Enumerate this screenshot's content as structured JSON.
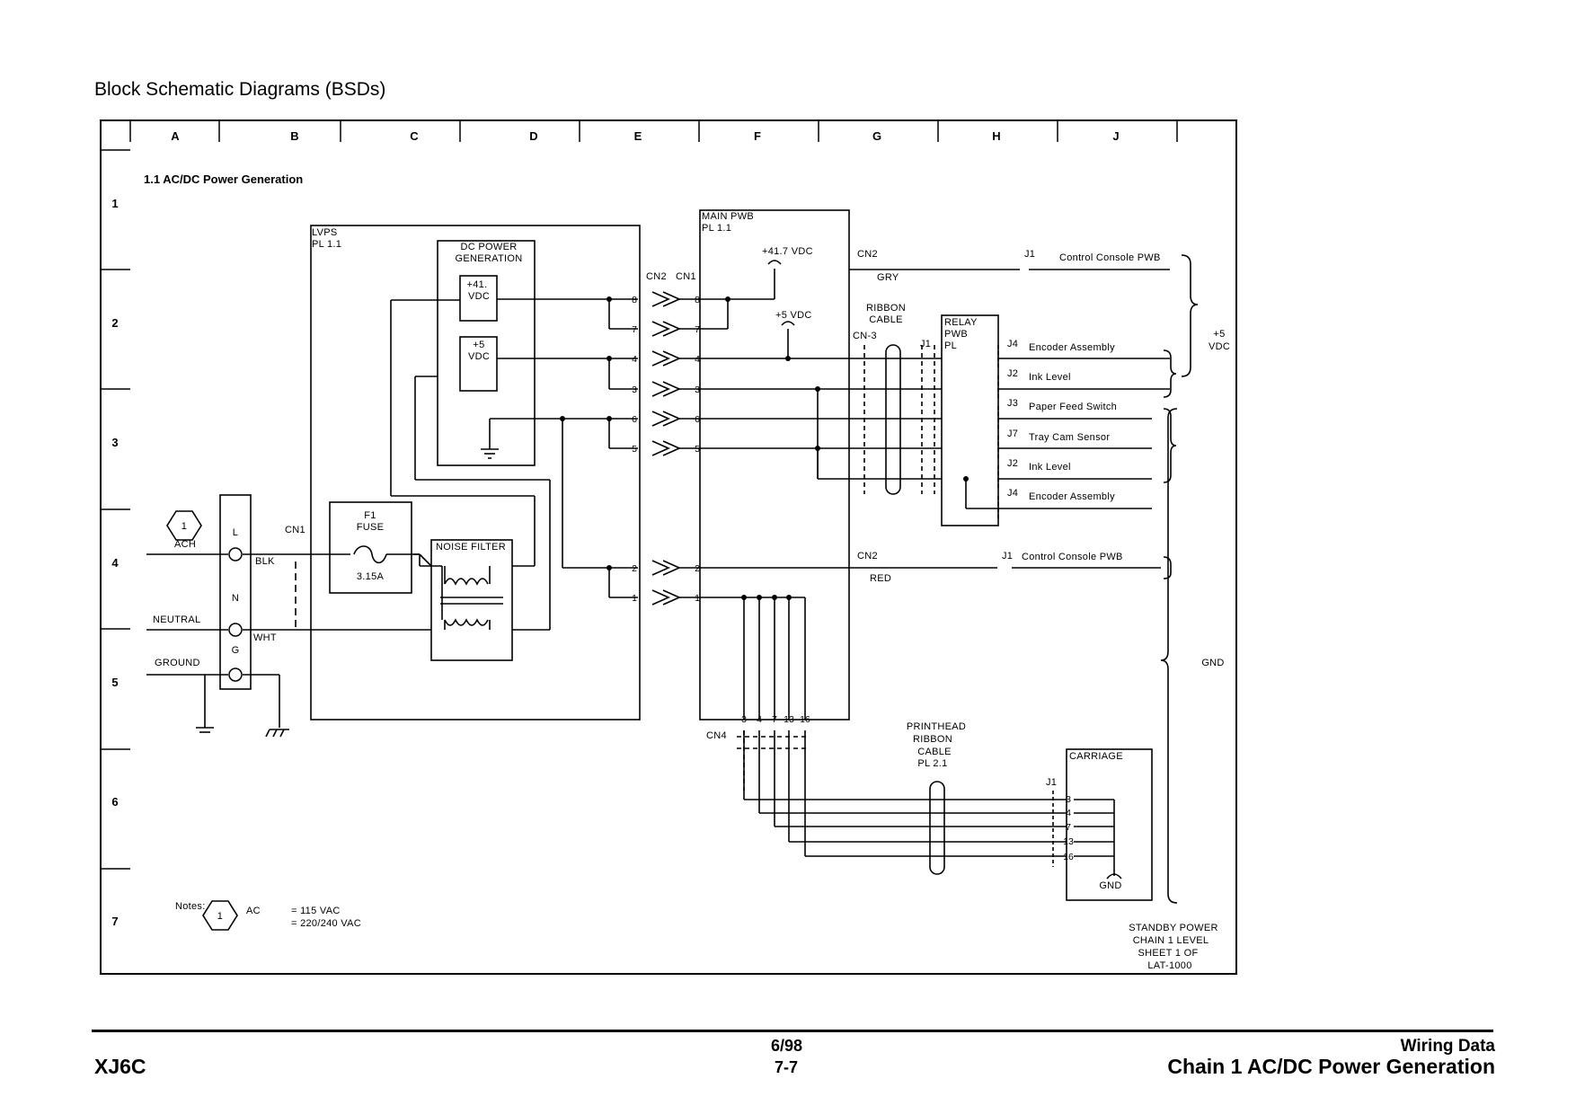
{
  "header": {
    "title": "Block Schematic Diagrams (BSDs)"
  },
  "grid": {
    "columns": [
      "A",
      "B",
      "C",
      "D",
      "E",
      "F",
      "G",
      "H",
      "J"
    ],
    "rows": [
      "1",
      "2",
      "3",
      "4",
      "5",
      "6",
      "7"
    ]
  },
  "diagram": {
    "title": "1.1 AC/DC Power Generation",
    "lvps": {
      "name": "LVPS",
      "pl": "PL 1.1"
    },
    "dc_gen": {
      "line1": "DC POWER",
      "line2": "GENERATION"
    },
    "reg1": {
      "line1": "+41.",
      "line2": "VDC"
    },
    "reg2": {
      "line1": "+5",
      "line2": "VDC"
    },
    "fuse": {
      "line1": "F1",
      "line2": "FUSE",
      "rating": "3.15A"
    },
    "noise_filter": "NOISE FILTER",
    "cn1": "CN1",
    "cn2": "CN2",
    "cn1_main": "CN1",
    "terminal": {
      "l": "L",
      "n": "N",
      "g": "G"
    },
    "inputs": {
      "ach": "ACH",
      "neutral": "NEUTRAL",
      "ground": "GROUND"
    },
    "wires": {
      "blk": "BLK",
      "wht": "WHT",
      "gry": "GRY",
      "red": "RED"
    },
    "note_marker": "1",
    "main_pwb": {
      "name": "MAIN PWB",
      "pl": "PL 1.1"
    },
    "v417": "+41.7 VDC",
    "v5": "+5 VDC",
    "cn2_main": "CN2",
    "cn3": "CN-3",
    "cn4": "CN4",
    "ribbon": {
      "line1": "RIBBON",
      "line2": "CABLE"
    },
    "relay": {
      "line1": "RELAY",
      "line2": "PWB",
      "line3": "PL"
    },
    "j1": "J1",
    "j4": "J4",
    "j2": "J2",
    "j3": "J3",
    "j7": "J7",
    "outputs": {
      "console1": "Control Console PWB",
      "encoder1": "Encoder Assembly",
      "ink1": "Ink Level",
      "paper": "Paper Feed Switch",
      "tray": "Tray Cam Sensor",
      "ink2": "Ink Level",
      "encoder2": "Encoder Assembly",
      "console2": "Control Console PWB"
    },
    "brace5": {
      "line1": "+5",
      "line2": "VDC"
    },
    "gnd_brace": "GND",
    "printhead": {
      "line1": "PRINTHEAD",
      "line2": "RIBBON",
      "line3": "CABLE",
      "line4": "PL 2.1"
    },
    "carriage": "CARRIAGE",
    "carriage_gnd": "GND",
    "cn2_pins": [
      "8",
      "7",
      "4",
      "3",
      "6",
      "5"
    ],
    "cn2_lower_pins": [
      "2",
      "1"
    ],
    "cn4_pins": [
      "3",
      "4",
      "7",
      "13",
      "16"
    ],
    "carriage_pins": [
      "3",
      "4",
      "7",
      "13",
      "16"
    ],
    "notes": {
      "label": "Notes:",
      "ac": "AC",
      "v1": "= 115 VAC",
      "v2": "= 220/240 VAC"
    },
    "standby": {
      "line1": "STANDBY POWER",
      "line2": "CHAIN 1 LEVEL",
      "line3": "SHEET 1 OF",
      "line4": "LAT-1000"
    }
  },
  "footer": {
    "model": "XJ6C",
    "date": "6/98",
    "page": "7-7",
    "section": "Wiring Data",
    "title": "Chain 1 AC/DC Power Generation"
  }
}
